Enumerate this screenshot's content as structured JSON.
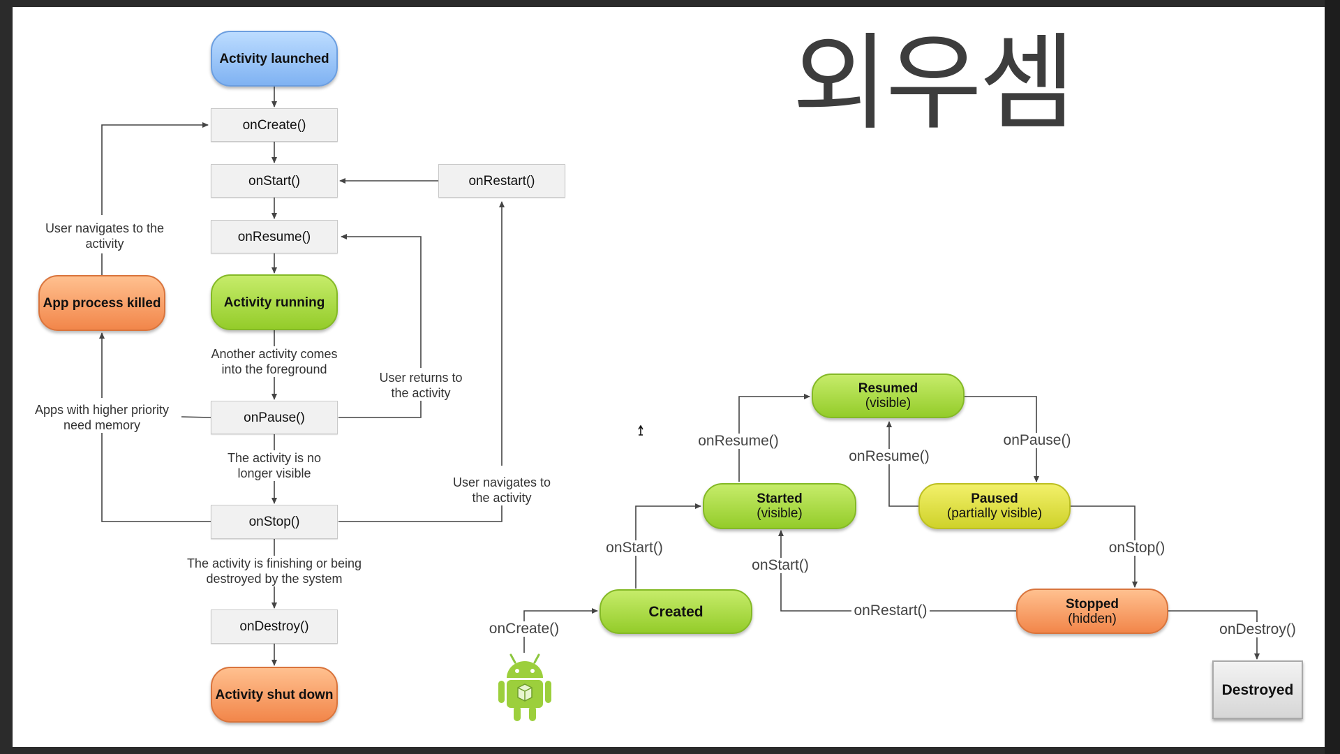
{
  "slide": {
    "heading": "외우셈"
  },
  "left_flow": {
    "launched": "Activity launched",
    "on_create": "onCreate()",
    "on_start": "onStart()",
    "on_restart": "onRestart()",
    "on_resume": "onResume()",
    "running": "Activity running",
    "on_pause": "onPause()",
    "on_stop": "onStop()",
    "on_destroy": "onDestroy()",
    "shut_down": "Activity shut down",
    "process_killed": "App process killed",
    "lbl_user_navigates": "User navigates to the activity",
    "lbl_another_activity": "Another activity comes into the foreground",
    "lbl_user_returns": "User returns to the activity",
    "lbl_higher_priority": "Apps with higher priority need memory",
    "lbl_no_longer_visible": "The activity is no longer visible",
    "lbl_user_navigates_2": "User navigates to the activity",
    "lbl_finishing": "The activity is finishing or being destroyed by the system"
  },
  "right_flow": {
    "resumed": "Resumed",
    "resumed_sub": "(visible)",
    "started": "Started",
    "started_sub": "(visible)",
    "paused": "Paused",
    "paused_sub": "(partially visible)",
    "created": "Created",
    "stopped": "Stopped",
    "stopped_sub": "(hidden)",
    "destroyed": "Destroyed",
    "lbl_on_resume_1": "onResume()",
    "lbl_on_resume_2": "onResume()",
    "lbl_on_pause": "onPause()",
    "lbl_on_start_1": "onStart()",
    "lbl_on_start_2": "onStart()",
    "lbl_on_stop": "onStop()",
    "lbl_on_create": "onCreate()",
    "lbl_on_restart": "onRestart()",
    "lbl_on_destroy": "onDestroy()"
  },
  "colors": {
    "blue": "#8fbdf5",
    "green": "#a6d83a",
    "orange": "#f4955a",
    "yellow": "#dde040",
    "gray": "#e0e0e0"
  }
}
